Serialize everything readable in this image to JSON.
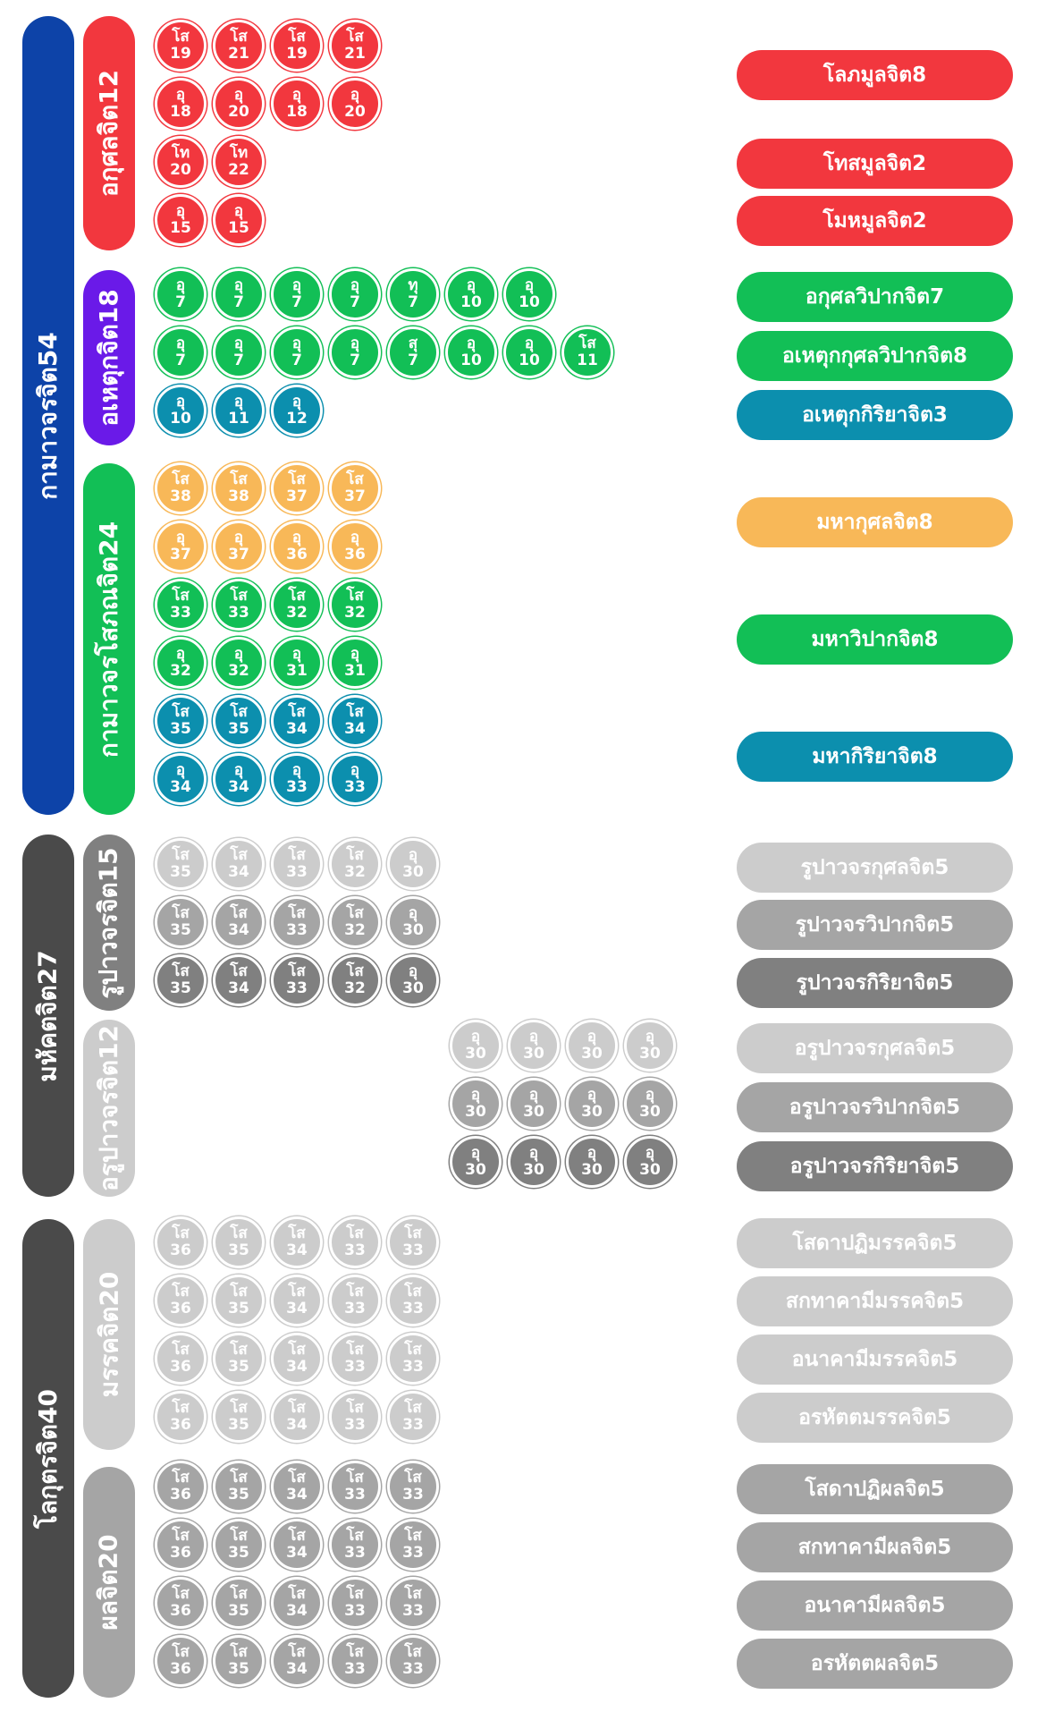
{
  "colors": {
    "red": "#f2373e",
    "green": "#12bf56",
    "purple": "#6a1ae8",
    "blue": "#0c8fae",
    "orange": "#f8b858",
    "navy": "#0d43a8",
    "dark": "#4a4a4a",
    "gray1": "#cccccc",
    "gray2": "#a5a5a5",
    "gray3": "#808080"
  },
  "level1": [
    {
      "key": "kama",
      "label": "กามาวจรจิต54",
      "color": "navy"
    },
    {
      "key": "mahaggata",
      "label": "มหัคตจิต27",
      "color": "dark"
    },
    {
      "key": "lokuttara",
      "label": "โลกุตรจิต40",
      "color": "dark"
    }
  ],
  "level2": [
    {
      "key": "akusala",
      "label": "อกุศลจิต12",
      "color": "red"
    },
    {
      "key": "ahetuka",
      "label": "อเหตุกจิต18",
      "color": "purple"
    },
    {
      "key": "kamasobhana",
      "label": "กามาวจรโสภณจิต24",
      "color": "green"
    },
    {
      "key": "rupa",
      "label": "รูปาวจรจิต15",
      "color": "gray3"
    },
    {
      "key": "arupa",
      "label": "อรูปาวจรจิต12",
      "color": "gray1"
    },
    {
      "key": "magga",
      "label": "มรรคจิต20",
      "color": "gray1"
    },
    {
      "key": "phala",
      "label": "ผลจิต20",
      "color": "gray2"
    }
  ],
  "rows": [
    {
      "color": "red",
      "cells": [
        {
          "t": "โส",
          "n": "19"
        },
        {
          "t": "โส",
          "n": "21"
        },
        {
          "t": "โส",
          "n": "19"
        },
        {
          "t": "โส",
          "n": "21"
        }
      ]
    },
    {
      "color": "red",
      "cells": [
        {
          "t": "อุ",
          "n": "18"
        },
        {
          "t": "อุ",
          "n": "20"
        },
        {
          "t": "อุ",
          "n": "18"
        },
        {
          "t": "อุ",
          "n": "20"
        }
      ]
    },
    {
      "color": "red",
      "cells": [
        {
          "t": "โท",
          "n": "20"
        },
        {
          "t": "โท",
          "n": "22"
        }
      ]
    },
    {
      "color": "red",
      "cells": [
        {
          "t": "อุ",
          "n": "15"
        },
        {
          "t": "อุ",
          "n": "15"
        }
      ]
    },
    {
      "color": "green",
      "cells": [
        {
          "t": "อุ",
          "n": "7"
        },
        {
          "t": "อุ",
          "n": "7"
        },
        {
          "t": "อุ",
          "n": "7"
        },
        {
          "t": "อุ",
          "n": "7"
        },
        {
          "t": "ทุ",
          "n": "7"
        },
        {
          "t": "อุ",
          "n": "10"
        },
        {
          "t": "อุ",
          "n": "10"
        }
      ]
    },
    {
      "color": "green",
      "cells": [
        {
          "t": "อุ",
          "n": "7"
        },
        {
          "t": "อุ",
          "n": "7"
        },
        {
          "t": "อุ",
          "n": "7"
        },
        {
          "t": "อุ",
          "n": "7"
        },
        {
          "t": "สุ",
          "n": "7"
        },
        {
          "t": "อุ",
          "n": "10"
        },
        {
          "t": "อุ",
          "n": "10"
        },
        {
          "t": "โส",
          "n": "11"
        }
      ]
    },
    {
      "color": "blue",
      "cells": [
        {
          "t": "อุ",
          "n": "10"
        },
        {
          "t": "อุ",
          "n": "11"
        },
        {
          "t": "อุ",
          "n": "12"
        }
      ]
    },
    {
      "color": "orange",
      "cells": [
        {
          "t": "โส",
          "n": "38"
        },
        {
          "t": "โส",
          "n": "38"
        },
        {
          "t": "โส",
          "n": "37"
        },
        {
          "t": "โส",
          "n": "37"
        }
      ]
    },
    {
      "color": "orange",
      "cells": [
        {
          "t": "อุ",
          "n": "37"
        },
        {
          "t": "อุ",
          "n": "37"
        },
        {
          "t": "อุ",
          "n": "36"
        },
        {
          "t": "อุ",
          "n": "36"
        }
      ]
    },
    {
      "color": "green",
      "cells": [
        {
          "t": "โส",
          "n": "33"
        },
        {
          "t": "โส",
          "n": "33"
        },
        {
          "t": "โส",
          "n": "32"
        },
        {
          "t": "โส",
          "n": "32"
        }
      ]
    },
    {
      "color": "green",
      "cells": [
        {
          "t": "อุ",
          "n": "32"
        },
        {
          "t": "อุ",
          "n": "32"
        },
        {
          "t": "อุ",
          "n": "31"
        },
        {
          "t": "อุ",
          "n": "31"
        }
      ]
    },
    {
      "color": "blue",
      "cells": [
        {
          "t": "โส",
          "n": "35"
        },
        {
          "t": "โส",
          "n": "35"
        },
        {
          "t": "โส",
          "n": "34"
        },
        {
          "t": "โส",
          "n": "34"
        }
      ]
    },
    {
      "color": "blue",
      "cells": [
        {
          "t": "อุ",
          "n": "34"
        },
        {
          "t": "อุ",
          "n": "34"
        },
        {
          "t": "อุ",
          "n": "33"
        },
        {
          "t": "อุ",
          "n": "33"
        }
      ]
    },
    {
      "color": "gray1",
      "cells": [
        {
          "t": "โส",
          "n": "35"
        },
        {
          "t": "โส",
          "n": "34"
        },
        {
          "t": "โส",
          "n": "33"
        },
        {
          "t": "โส",
          "n": "32"
        },
        {
          "t": "อุ",
          "n": "30"
        }
      ]
    },
    {
      "color": "gray2",
      "cells": [
        {
          "t": "โส",
          "n": "35"
        },
        {
          "t": "โส",
          "n": "34"
        },
        {
          "t": "โส",
          "n": "33"
        },
        {
          "t": "โส",
          "n": "32"
        },
        {
          "t": "อุ",
          "n": "30"
        }
      ]
    },
    {
      "color": "gray3",
      "cells": [
        {
          "t": "โส",
          "n": "35"
        },
        {
          "t": "โส",
          "n": "34"
        },
        {
          "t": "โส",
          "n": "33"
        },
        {
          "t": "โส",
          "n": "32"
        },
        {
          "t": "อุ",
          "n": "30"
        }
      ]
    },
    {
      "color": "gray1",
      "cells": [
        {
          "t": "อุ",
          "n": "30"
        },
        {
          "t": "อุ",
          "n": "30"
        },
        {
          "t": "อุ",
          "n": "30"
        },
        {
          "t": "อุ",
          "n": "30"
        }
      ]
    },
    {
      "color": "gray2",
      "cells": [
        {
          "t": "อุ",
          "n": "30"
        },
        {
          "t": "อุ",
          "n": "30"
        },
        {
          "t": "อุ",
          "n": "30"
        },
        {
          "t": "อุ",
          "n": "30"
        }
      ]
    },
    {
      "color": "gray3",
      "cells": [
        {
          "t": "อุ",
          "n": "30"
        },
        {
          "t": "อุ",
          "n": "30"
        },
        {
          "t": "อุ",
          "n": "30"
        },
        {
          "t": "อุ",
          "n": "30"
        }
      ]
    },
    {
      "color": "gray1",
      "cells": [
        {
          "t": "โส",
          "n": "36"
        },
        {
          "t": "โส",
          "n": "35"
        },
        {
          "t": "โส",
          "n": "34"
        },
        {
          "t": "โส",
          "n": "33"
        },
        {
          "t": "โส",
          "n": "33"
        }
      ]
    },
    {
      "color": "gray1",
      "cells": [
        {
          "t": "โส",
          "n": "36"
        },
        {
          "t": "โส",
          "n": "35"
        },
        {
          "t": "โส",
          "n": "34"
        },
        {
          "t": "โส",
          "n": "33"
        },
        {
          "t": "โส",
          "n": "33"
        }
      ]
    },
    {
      "color": "gray1",
      "cells": [
        {
          "t": "โส",
          "n": "36"
        },
        {
          "t": "โส",
          "n": "35"
        },
        {
          "t": "โส",
          "n": "34"
        },
        {
          "t": "โส",
          "n": "33"
        },
        {
          "t": "โส",
          "n": "33"
        }
      ]
    },
    {
      "color": "gray1",
      "cells": [
        {
          "t": "โส",
          "n": "36"
        },
        {
          "t": "โส",
          "n": "35"
        },
        {
          "t": "โส",
          "n": "34"
        },
        {
          "t": "โส",
          "n": "33"
        },
        {
          "t": "โส",
          "n": "33"
        }
      ]
    },
    {
      "color": "gray2",
      "cells": [
        {
          "t": "โส",
          "n": "36"
        },
        {
          "t": "โส",
          "n": "35"
        },
        {
          "t": "โส",
          "n": "34"
        },
        {
          "t": "โส",
          "n": "33"
        },
        {
          "t": "โส",
          "n": "33"
        }
      ]
    },
    {
      "color": "gray2",
      "cells": [
        {
          "t": "โส",
          "n": "36"
        },
        {
          "t": "โส",
          "n": "35"
        },
        {
          "t": "โส",
          "n": "34"
        },
        {
          "t": "โส",
          "n": "33"
        },
        {
          "t": "โส",
          "n": "33"
        }
      ]
    },
    {
      "color": "gray2",
      "cells": [
        {
          "t": "โส",
          "n": "36"
        },
        {
          "t": "โส",
          "n": "35"
        },
        {
          "t": "โส",
          "n": "34"
        },
        {
          "t": "โส",
          "n": "33"
        },
        {
          "t": "โส",
          "n": "33"
        }
      ]
    },
    {
      "color": "gray2",
      "cells": [
        {
          "t": "โส",
          "n": "36"
        },
        {
          "t": "โส",
          "n": "35"
        },
        {
          "t": "โส",
          "n": "34"
        },
        {
          "t": "โส",
          "n": "33"
        },
        {
          "t": "โส",
          "n": "33"
        }
      ]
    }
  ],
  "pills": [
    {
      "label": "โลภมูลจิต8",
      "color": "red"
    },
    {
      "label": "โทสมูลจิต2",
      "color": "red"
    },
    {
      "label": "โมหมูลจิต2",
      "color": "red"
    },
    {
      "label": "อกุศลวิปากจิต7",
      "color": "green"
    },
    {
      "label": "อเหตุกกุศลวิปากจิต8",
      "color": "green"
    },
    {
      "label": "อเหตุกกิริยาจิต3",
      "color": "blue"
    },
    {
      "label": "มหากุศลจิต8",
      "color": "orange"
    },
    {
      "label": "มหาวิปากจิต8",
      "color": "green"
    },
    {
      "label": "มหากิริยาจิต8",
      "color": "blue"
    },
    {
      "label": "รูปาวจรกุศลจิต5",
      "color": "gray1"
    },
    {
      "label": "รูปาวจรวิปากจิต5",
      "color": "gray2"
    },
    {
      "label": "รูปาวจรกิริยาจิต5",
      "color": "gray3"
    },
    {
      "label": "อรูปาวจรกุศลจิต5",
      "color": "gray1"
    },
    {
      "label": "อรูปาวจรวิปากจิต5",
      "color": "gray2"
    },
    {
      "label": "อรูปาวจรกิริยาจิต5",
      "color": "gray3"
    },
    {
      "label": "โสดาปฏิมรรคจิต5",
      "color": "gray1"
    },
    {
      "label": "สกทาคามีมรรคจิต5",
      "color": "gray1"
    },
    {
      "label": "อนาคามีมรรคจิต5",
      "color": "gray1"
    },
    {
      "label": "อรหัตตมรรคจิต5",
      "color": "gray1"
    },
    {
      "label": "โสดาปฏิผลจิต5",
      "color": "gray2"
    },
    {
      "label": "สกทาคามีผลจิต5",
      "color": "gray2"
    },
    {
      "label": "อนาคามีผลจิต5",
      "color": "gray2"
    },
    {
      "label": "อรหัตตผลจิต5",
      "color": "gray2"
    }
  ]
}
